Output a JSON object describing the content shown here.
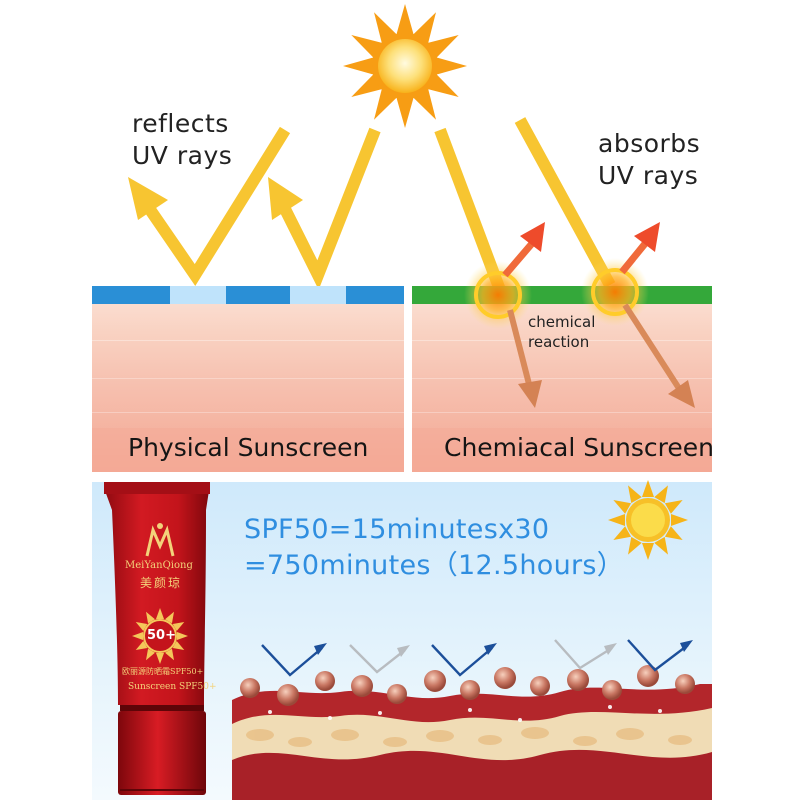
{
  "top_left_label": {
    "line1": "reflects",
    "line2": "UV rays"
  },
  "top_right_label": {
    "line1": "absorbs",
    "line2": "UV rays"
  },
  "reaction_label": {
    "line1": "chemical",
    "line2": "reaction"
  },
  "panel_left_caption": "Physical Sunscreen",
  "panel_right_caption": "Chemiacal Sunscreen",
  "spf_lines": {
    "line1": "SPF50=15minutesx30",
    "line2": "=750minutes（12.5hours）"
  },
  "product": {
    "brand": "MeiYanQiong",
    "brand_cn": "美颜琼",
    "spf_badge": "50+",
    "name_cn": "欧丽源防晒霜SPF50+",
    "name_en": "Sunscreen SPF50+"
  },
  "colors": {
    "uv_ray": "#f7c531",
    "sun": "#f79d14",
    "physical_layer": "#2a8fd6",
    "chemical_layer": "#34a83a",
    "skin_light": "#fcdfd3",
    "skin_dark": "#f2a08e",
    "tube_red": "#c4141c",
    "spf_text": "#2f8ee0"
  },
  "icons": [
    "sun-icon",
    "uv-ray-arrow",
    "scatter-arrow",
    "reaction-glow",
    "sunscreen-tube",
    "skin-cross-section"
  ]
}
